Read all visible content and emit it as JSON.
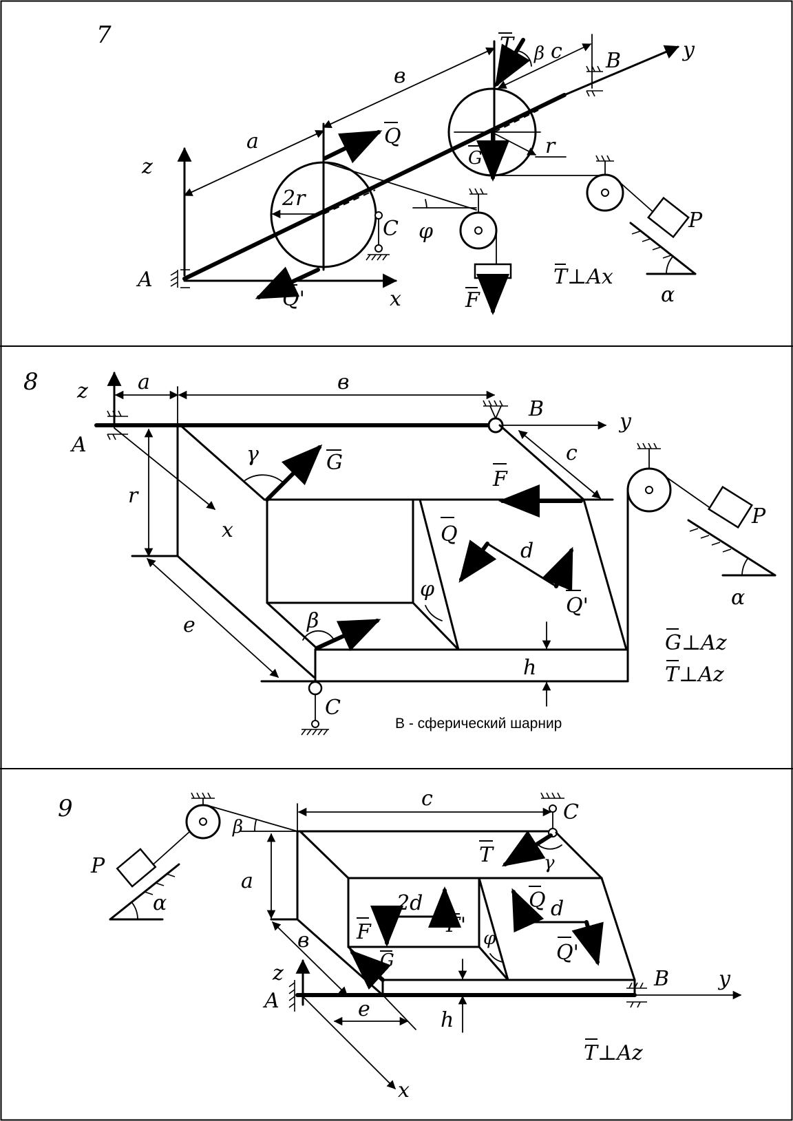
{
  "panels": [
    {
      "number": "7",
      "labels": {
        "A": "A",
        "B": "B",
        "C": "C",
        "x": "x",
        "y": "y",
        "z": "z",
        "a": "a",
        "b": "в",
        "c": "c",
        "r": "r",
        "two_r": "2r",
        "phi": "φ",
        "beta": "β",
        "alpha": "α",
        "Q": "Q",
        "Q_prime": "Q'",
        "T": "T",
        "G": "G",
        "F": "F",
        "P": "P"
      },
      "condition": "T⊥Ax"
    },
    {
      "number": "8",
      "labels": {
        "A": "A",
        "B": "B",
        "C": "C",
        "x": "x",
        "y": "y",
        "z": "z",
        "a": "a",
        "b": "в",
        "c": "c",
        "d": "d",
        "e": "e",
        "h": "h",
        "r": "r",
        "gamma": "γ",
        "beta": "β",
        "phi": "φ",
        "alpha": "α",
        "G": "G",
        "F": "F",
        "Q": "Q",
        "Q_prime": "Q'",
        "P": "P"
      },
      "condition_1": "G⊥Az",
      "condition_2": "T⊥Az",
      "note": "В - сферический шарнир"
    },
    {
      "number": "9",
      "labels": {
        "A": "A",
        "B": "B",
        "C": "C",
        "x": "x",
        "y": "y",
        "z": "z",
        "a": "a",
        "b": "в",
        "c": "c",
        "d": "d",
        "two_d": "2d",
        "e": "e",
        "h": "h",
        "gamma": "γ",
        "beta": "β",
        "phi": "φ",
        "alpha": "α",
        "T": "T",
        "F": "F",
        "F_prime": "F'",
        "Q": "Q",
        "Q_prime": "Q'",
        "G": "G",
        "P": "P"
      },
      "condition": "T⊥Az"
    }
  ]
}
